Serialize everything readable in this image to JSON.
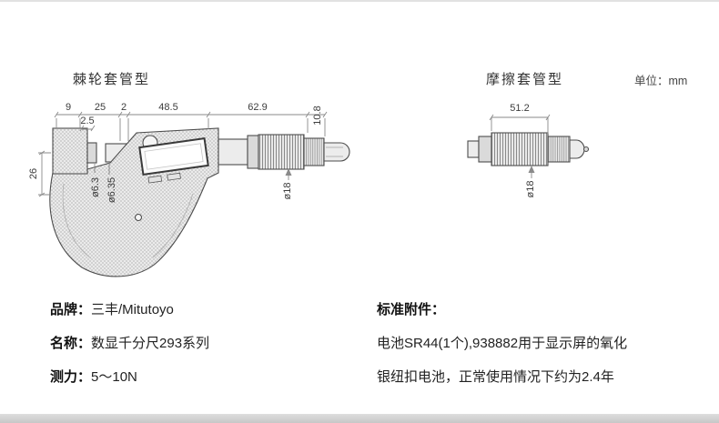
{
  "header": {
    "left_title": "棘轮套管型",
    "right_title": "摩擦套管型",
    "unit": "单位：mm"
  },
  "left_drawing": {
    "dims": {
      "w9": "9",
      "w25": "25",
      "w2": "2",
      "w2_5": "2.5",
      "w48_5": "48.5",
      "w62_9": "62.9",
      "h10_8": "10.8",
      "h26": "26",
      "dia6_3": "ø6.3",
      "dia6_35": "ø6.35",
      "dia18": "ø18"
    }
  },
  "right_drawing": {
    "dims": {
      "w51_2": "51.2",
      "dia18": "ø18"
    }
  },
  "specs": {
    "brand_label": "品牌：",
    "brand_value": "三丰/Mitutoyo",
    "name_label": "名称：",
    "name_value": "数显千分尺293系列",
    "force_label": "测力：",
    "force_value": "5～10N"
  },
  "accessories": {
    "title": "标准附件：",
    "line1": "电池SR44(1个),938882用于显示屏的氧化",
    "line2": "银纽扣电池，正常使用情况下约为2.4年"
  }
}
